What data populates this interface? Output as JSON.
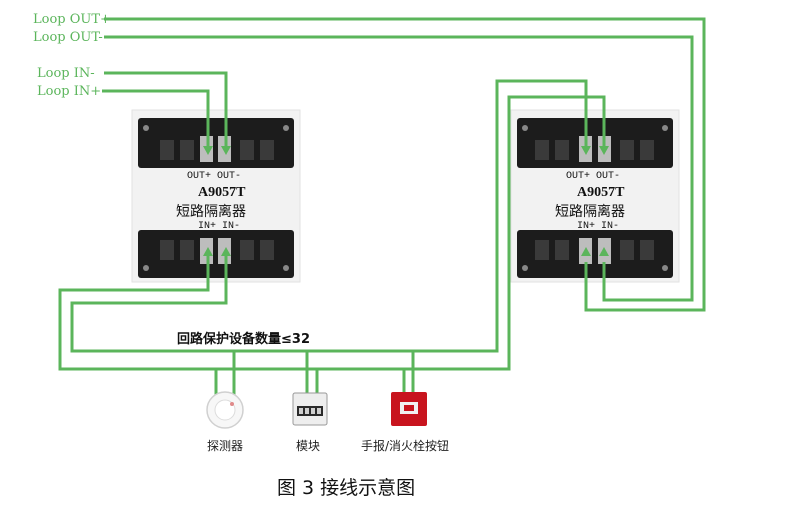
{
  "loop_labels": {
    "out_plus": "Loop OUT+",
    "out_minus": "Loop OUT-",
    "in_minus": "Loop IN-",
    "in_plus": "Loop IN+"
  },
  "isolators": [
    {
      "out_terms": "OUT+ OUT-",
      "in_terms": "IN+ IN-",
      "model": "A9057T",
      "name": "短路隔离器"
    },
    {
      "out_terms": "OUT+ OUT-",
      "in_terms": "IN+ IN-",
      "model": "A9057T",
      "name": "短路隔离器"
    }
  ],
  "loop_note": "回路保护设备数量≤32",
  "devices": [
    {
      "label": "探测器",
      "icon": "smoke-detector-icon"
    },
    {
      "label": "模块",
      "icon": "module-icon"
    },
    {
      "label": "手报/消火栓按钮",
      "icon": "manual-call-point-icon"
    }
  ],
  "caption": "图 3  接线示意图",
  "colors": {
    "wire": "#5bb55b",
    "terminal_block": "#1c1c1c",
    "call_point": "#c8141e"
  }
}
